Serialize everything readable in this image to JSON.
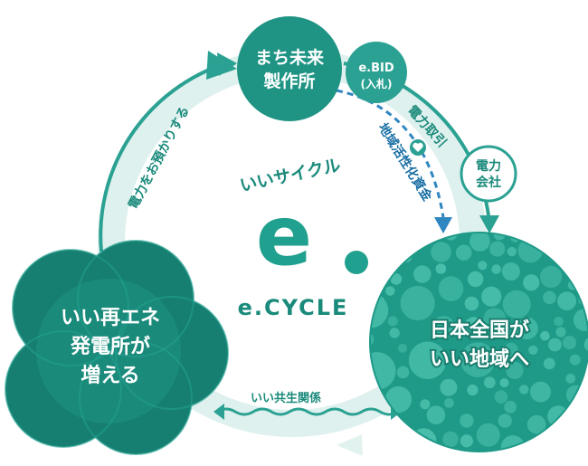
{
  "colors": {
    "ring": "#dff1ee",
    "ring_arrow": "#2aa192",
    "teal_dark": "#167f71",
    "teal": "#1f9484",
    "teal_label": "#1a8a7b",
    "dashed": "#2f86c0",
    "bubble_bg": "#1f9a88",
    "bubble": "#4bc0ad"
  },
  "center": {
    "title": "いいサイクル",
    "logo_letter": "e",
    "logo_name": "e.CYCLE"
  },
  "nodes": {
    "top": {
      "line1": "まち未来",
      "line2": "製作所"
    },
    "left": {
      "line1": "いい再エネ",
      "line2": "発電所が",
      "line3": "増える"
    },
    "right": {
      "line1": "日本全国が",
      "line2": "いい地域へ"
    },
    "ebid": {
      "line1": "e.BID",
      "line2": "(入札)"
    },
    "power_company": {
      "line1": "電力",
      "line2": "会社"
    }
  },
  "labels": {
    "deposit": "電力をお預かりする",
    "trade": "電力取引",
    "fund": "地域活性化資金",
    "coexist": "いい共生関係"
  },
  "icons": {
    "fund_heart": "heart-icon"
  }
}
